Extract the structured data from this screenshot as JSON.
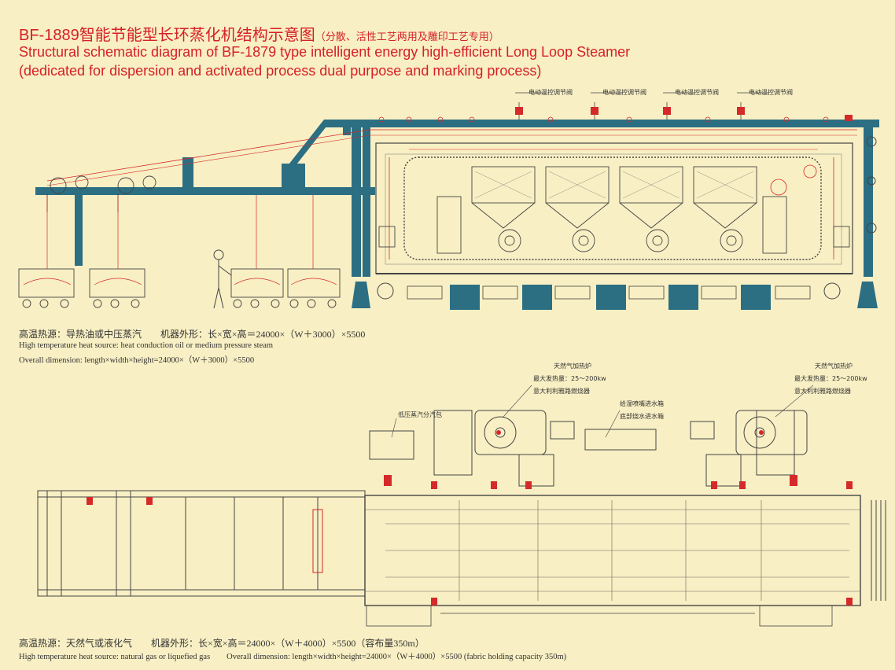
{
  "header": {
    "title_cn": "BF-1889智能节能型长环蒸化机结构示意图",
    "title_cn_note": "（分散、活性工艺两用及雕印工艺专用）",
    "title_en_line1": "Structural schematic diagram of BF-1879 type intelligent energy high-efficient Long Loop Steamer",
    "title_en_line2": "(dedicated for dispersion and activated process dual purpose and marking process)"
  },
  "section1": {
    "valve_labels": [
      "电动温控调节阀",
      "电动温控调节阀",
      "电动温控调节阀",
      "电动温控调节阀"
    ],
    "spec_cn": "高温热源：导热油或中压蒸汽　　机器外形：长×宽×高＝24000×（W＋3000）×5500",
    "spec_en_1": "High temperature heat source: heat conduction oil or medium pressure steam",
    "spec_en_2": "Overall dimension: length×width×height=24000×（W＋3000）×5500"
  },
  "section2": {
    "burner_left": [
      "天然气加热炉",
      "最大发热量：25～200kw",
      "意大利利雅路燃烧器"
    ],
    "burner_right": [
      "天然气加热炉",
      "最大发热量：25～200kw",
      "意大利利雅路燃烧器"
    ],
    "water_tank": [
      "给湿喷嘴进水箱",
      "底部烧水进水箱"
    ],
    "steam_header": "低压蒸汽分汽包",
    "spec_cn": "高温热源：天然气或液化气　　机器外形：长×宽×高＝24000×（W＋4000）×5500（容布量350m）",
    "spec_en": "High temperature heat source: natural gas or liquefied gas　　Overall dimension: length×width×height=24000×（W＋4000）×5500 (fabric holding capacity 350m)"
  },
  "colors": {
    "background": "#f8efc4",
    "title_red": "#d62027",
    "frame_teal": "#2c6f83",
    "accent_red": "#d42a2a",
    "line": "#444444"
  }
}
